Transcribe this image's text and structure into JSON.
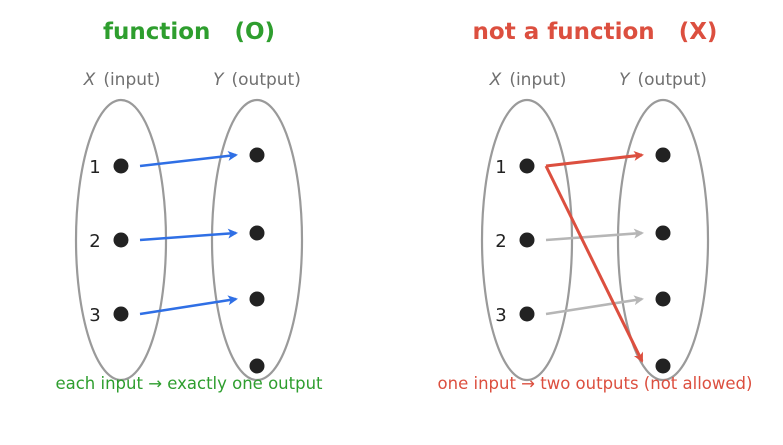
{
  "colors": {
    "ok": "#2e9e2e",
    "bad": "#dc4f3f",
    "arrow_ok": "#2f6fe5",
    "arrow_bad": "#dc4f3f",
    "arrow_neutral": "#b6b6b6",
    "ellipse": "#9a9a9a",
    "dot": "#222222"
  },
  "left": {
    "title": "function",
    "mark": "(O)",
    "x_var": "X",
    "x_label": "(input)",
    "y_var": "Y",
    "y_label": "(output)",
    "inputs": [
      "1",
      "2",
      "3"
    ],
    "caption": "each input → exactly one output"
  },
  "right": {
    "title": "not a function",
    "mark": "(X)",
    "x_var": "X",
    "x_label": "(input)",
    "y_var": "Y",
    "y_label": "(output)",
    "inputs": [
      "1",
      "2",
      "3"
    ],
    "caption": "one input → two outputs  (not allowed)"
  }
}
